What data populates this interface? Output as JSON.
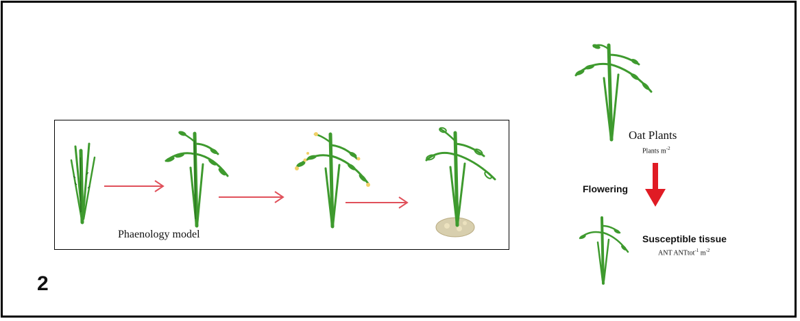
{
  "labels": {
    "phenology_model": "Phaenology model",
    "oat_plants": "Oat Plants",
    "oat_plants_unit": "Plants m",
    "oat_plants_unit_sup": "-2",
    "flowering": "Flowering",
    "susceptible_tissue": "Susceptible tissue",
    "susceptible_unit": "ANT ANTtot",
    "susceptible_unit_sup1": "-1",
    "susceptible_unit_mid": " m",
    "susceptible_unit_sup2": "-2",
    "panel_number": "2"
  },
  "colors": {
    "plant_green": "#3e9a2e",
    "plant_dark": "#1f5e18",
    "stage_arrow": "#e0505a",
    "flowering_arrow": "#e01b24",
    "anther_yellow": "#f2d066",
    "seed_pile": "#d8cfae"
  },
  "icons": [
    "young-plant-icon",
    "heading-plant-icon",
    "flowering-plant-icon",
    "mature-plant-icon",
    "oat-plant-icon"
  ]
}
